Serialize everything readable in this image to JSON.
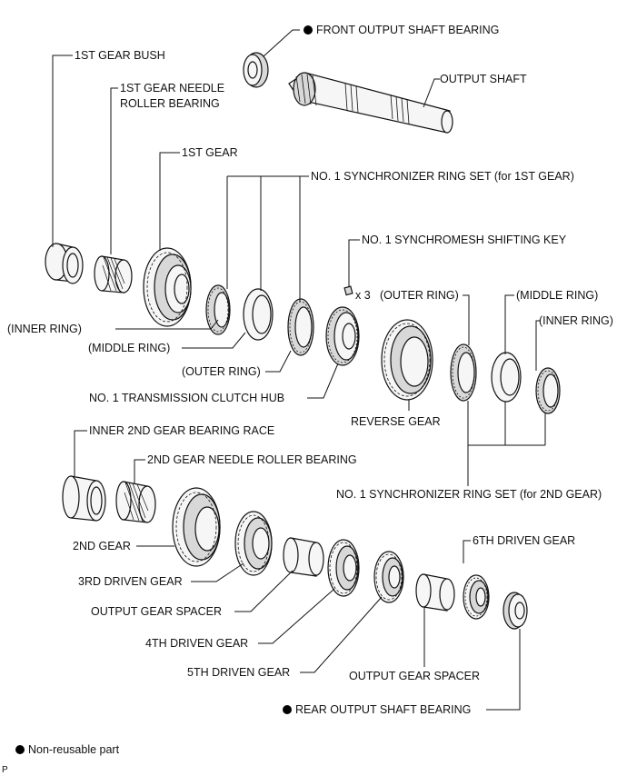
{
  "labels": {
    "front_output_shaft_bearing": "FRONT OUTPUT SHAFT BEARING",
    "output_shaft": "OUTPUT SHAFT",
    "first_gear_bush": "1ST GEAR BUSH",
    "first_gear_needle_bearing_line1": "1ST GEAR NEEDLE",
    "first_gear_needle_bearing_line2": "ROLLER BEARING",
    "first_gear": "1ST GEAR",
    "sync_ring_set_1st": "NO. 1 SYNCHRONIZER RING SET (for 1ST GEAR)",
    "shifting_key": "NO. 1 SYNCHROMESH SHIFTING KEY",
    "shifting_key_qty": "x 3",
    "inner_ring_1": "(INNER RING)",
    "middle_ring_1": "(MIDDLE RING)",
    "outer_ring_1": "(OUTER RING)",
    "clutch_hub": "NO. 1 TRANSMISSION CLUTCH HUB",
    "reverse_gear": "REVERSE GEAR",
    "outer_ring_2": "(OUTER RING)",
    "middle_ring_2": "(MIDDLE RING)",
    "inner_ring_2": "(INNER RING)",
    "sync_ring_set_2nd": "NO. 1 SYNCHRONIZER RING SET (for 2ND GEAR)",
    "inner_2nd_gear_bearing_race": "INNER 2ND GEAR BEARING RACE",
    "second_gear_needle_bearing": "2ND GEAR NEEDLE ROLLER BEARING",
    "second_gear": "2ND GEAR",
    "third_driven_gear": "3RD DRIVEN GEAR",
    "output_gear_spacer_1": "OUTPUT GEAR SPACER",
    "fourth_driven_gear": "4TH DRIVEN GEAR",
    "fifth_driven_gear": "5TH DRIVEN GEAR",
    "output_gear_spacer_2": "OUTPUT GEAR SPACER",
    "sixth_driven_gear": "6TH DRIVEN GEAR",
    "rear_output_shaft_bearing": "REAR OUTPUT SHAFT BEARING"
  },
  "legend": {
    "non_reusable": "Non-reusable part"
  },
  "footer_mark": "P",
  "colors": {
    "line": "#111111",
    "part_fill": "#f6f6f6",
    "part_shade": "#d8d8d8",
    "bullet": "#000000"
  }
}
